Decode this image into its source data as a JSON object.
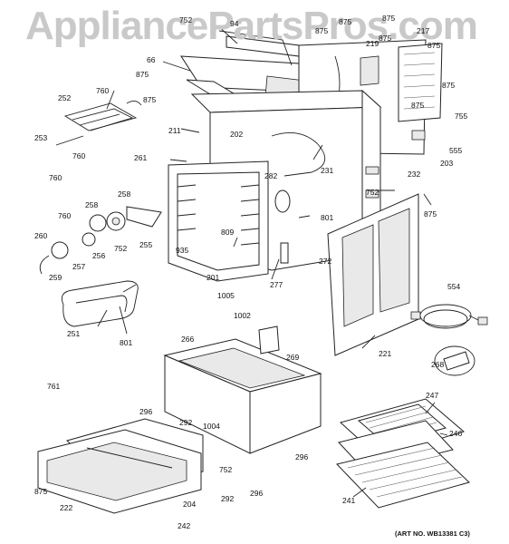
{
  "watermark": "AppliancePartsPros.com",
  "art_number": "(ART NO. WB13381 C3)",
  "callouts": [
    "752",
    "94",
    "875",
    "875",
    "217",
    "875",
    "219",
    "875",
    "875",
    "66",
    "875",
    "875",
    "760",
    "252",
    "875",
    "875",
    "755",
    "211",
    "555",
    "253",
    "202",
    "203",
    "760",
    "261",
    "231",
    "232",
    "760",
    "282",
    "752",
    "258",
    "258",
    "875",
    "801",
    "760",
    "809",
    "255",
    "260",
    "256",
    "752",
    "935",
    "257",
    "259",
    "201",
    "272",
    "277",
    "1005",
    "554",
    "1002",
    "251",
    "801",
    "266",
    "269",
    "221",
    "268",
    "761",
    "247",
    "296",
    "292",
    "1004",
    "246",
    "752",
    "296",
    "875",
    "222",
    "204",
    "292",
    "296",
    "241",
    "242"
  ],
  "parts": {
    "oven_cavity": "oven-cavity-body",
    "door_frame": "oven-door-frame",
    "top_panel": "oven-top-panel",
    "bake_element": "bake-element",
    "broil_element": "broil-element",
    "drawer": "storage-drawer",
    "drawer_support": "drawer-support-frame",
    "side_panel": "side-panel",
    "power_cord": "power-cord",
    "broiler_pan": "broiler-pan",
    "oven_rack": "oven-rack",
    "terminal_block": "terminal-block"
  }
}
